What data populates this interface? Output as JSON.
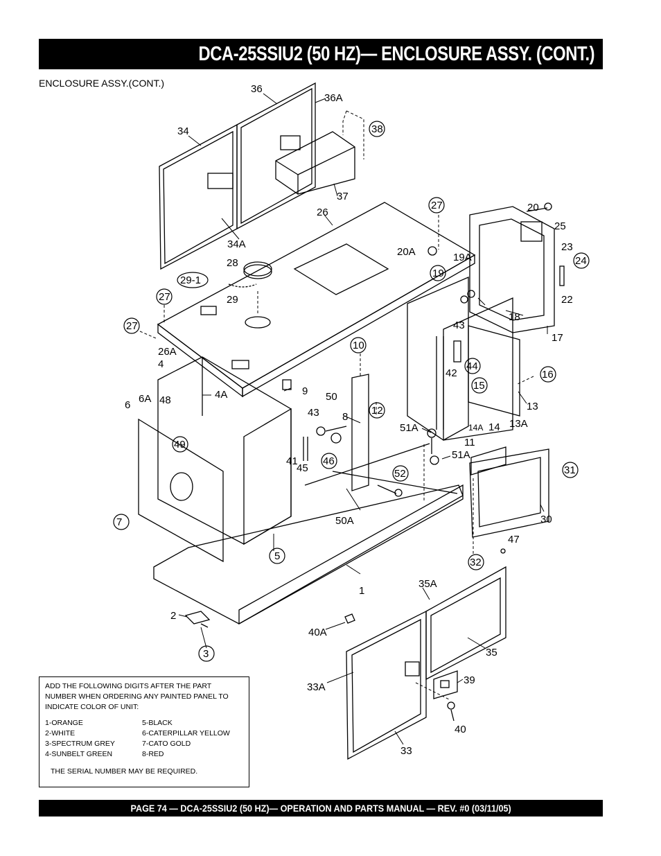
{
  "header": {
    "title": "DCA-25SSIU2 (50 HZ)— ENCLOSURE  ASSY. (CONT.)"
  },
  "subtitle": "ENCLOSURE ASSY.(CONT.)",
  "labels": {
    "l1": "1",
    "l2": "2",
    "l3": "3",
    "l4": "4",
    "l4A": "4A",
    "l5": "5",
    "l6": "6",
    "l6A": "6A",
    "l7": "7",
    "l8": "8",
    "l9": "9",
    "l10": "10",
    "l11": "11",
    "l12": "12",
    "l13": "13",
    "l13A": "13A",
    "l14": "14",
    "l14A": "14A",
    "l15": "15",
    "l16": "16",
    "l17": "17",
    "l18": "18",
    "l19": "19",
    "l19A": "19A",
    "l20": "20",
    "l20A": "20A",
    "l22": "22",
    "l23": "23",
    "l24": "24",
    "l25": "25",
    "l26": "26",
    "l26A": "26A",
    "l27a": "27",
    "l27b": "27",
    "l27c": "27",
    "l28": "28",
    "l29": "29",
    "l29_1": "29-1",
    "l30": "30",
    "l31": "31",
    "l32": "32",
    "l33": "33",
    "l33A": "33A",
    "l34": "34",
    "l34A": "34A",
    "l35": "35",
    "l35A": "35A",
    "l36": "36",
    "l36A": "36A",
    "l37": "37",
    "l38": "38",
    "l39": "39",
    "l40": "40",
    "l40A": "40A",
    "l41": "41",
    "l42": "42",
    "l43a": "43",
    "l43b": "43",
    "l44": "44",
    "l45": "45",
    "l46": "46",
    "l47": "47",
    "l48": "48",
    "l49": "49",
    "l50": "50",
    "l50A": "50A",
    "l51Aa": "51A",
    "l51Ab": "51A",
    "l52": "52"
  },
  "note": {
    "text": "ADD THE FOLLOWING DIGITS AFTER THE PART NUMBER WHEN ORDERING ANY PAINTED PANEL TO INDICATE COLOR OF UNIT:",
    "colors_left": [
      "1-ORANGE",
      "2-WHITE",
      "3-SPECTRUM GREY",
      "4-SUNBELT GREEN"
    ],
    "colors_right": [
      "5-BLACK",
      "6-CATERPILLAR YELLOW",
      "7-CATO GOLD",
      "8-RED"
    ],
    "serial": "THE SERIAL NUMBER MAY BE REQUIRED."
  },
  "footer": {
    "text": "PAGE 74 — DCA-25SSIU2 (50 HZ)—  OPERATION AND PARTS  MANUAL — REV. #0  (03/11/05)"
  }
}
